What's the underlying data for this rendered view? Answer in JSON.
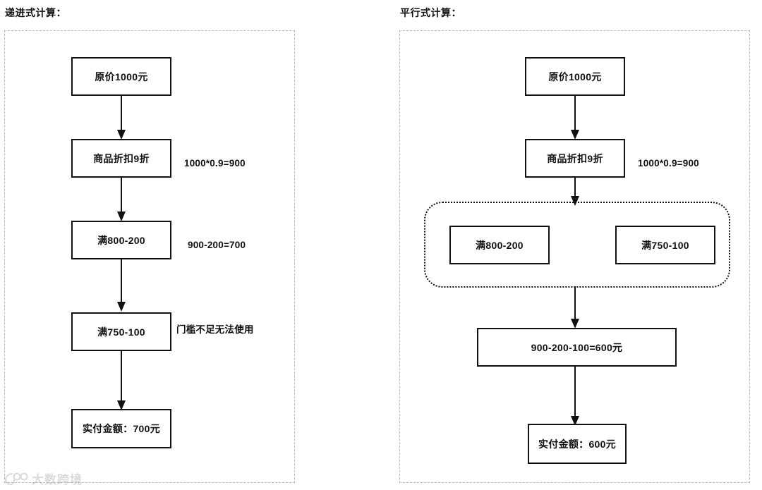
{
  "left_panel": {
    "title": "递进式计算：",
    "nodes": [
      {
        "id": "orig",
        "label": "原价1000元"
      },
      {
        "id": "discount",
        "label": "商品折扣9折"
      },
      {
        "id": "coupon800",
        "label": "满800-200"
      },
      {
        "id": "coupon750",
        "label": "满750-100"
      },
      {
        "id": "final",
        "label": "实付金额：700元"
      }
    ],
    "notes": [
      {
        "id": "note-discount",
        "text": "1000*0.9=900"
      },
      {
        "id": "note-coupon800",
        "text": "900-200=700"
      },
      {
        "id": "note-coupon750",
        "text": "门槛不足无法使用"
      }
    ]
  },
  "right_panel": {
    "title": "平行式计算：",
    "nodes": [
      {
        "id": "orig",
        "label": "原价1000元"
      },
      {
        "id": "discount",
        "label": "商品折扣9折"
      },
      {
        "id": "coupon800",
        "label": "满800-200"
      },
      {
        "id": "coupon750",
        "label": "满750-100"
      },
      {
        "id": "sum",
        "label": "900-200-100=600元"
      },
      {
        "id": "final",
        "label": "实付金额：600元"
      }
    ],
    "notes": [
      {
        "id": "note-discount",
        "text": "1000*0.9=900"
      }
    ]
  },
  "watermark": {
    "text": "大数跨境"
  },
  "colors": {
    "node_border": "#111111",
    "panel_border": "#b9b9b9",
    "text": "#111111",
    "background": "#ffffff"
  }
}
